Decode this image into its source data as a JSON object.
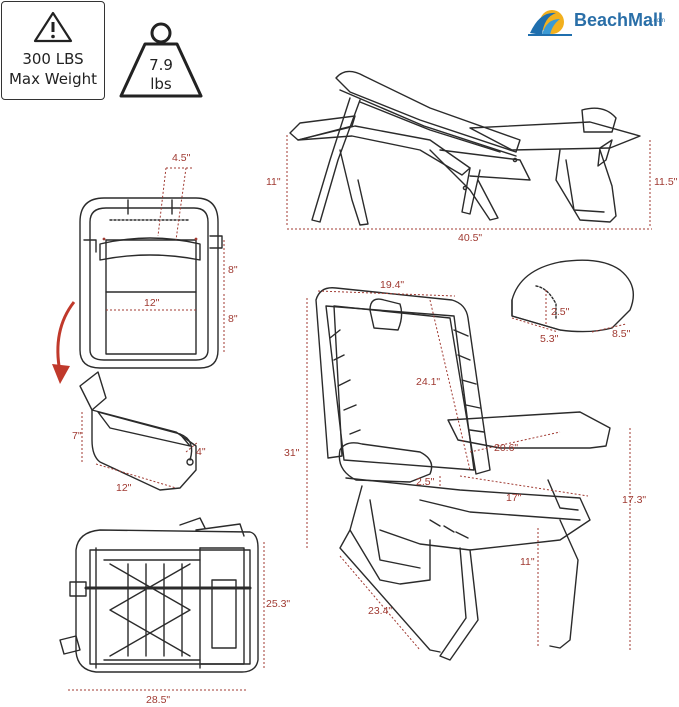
{
  "badges": {
    "weight_capacity": {
      "line1": "300 LBS",
      "line2": "Max Weight"
    },
    "product_weight": {
      "line1": "7.9",
      "line2": "lbs"
    }
  },
  "logo": {
    "text": "BeachMall",
    "suffix": ".com"
  },
  "dimensions": {
    "side_seat_height": "11\"",
    "side_arm_height": "11.5\"",
    "side_length": "40.5\"",
    "pouch_depth": "4.5\"",
    "back_upper": "8\"",
    "back_lower": "8\"",
    "pouch_width": "12\"",
    "cooler_height": "7\"",
    "cooler_depth": "4\"",
    "cooler_width": "12\"",
    "back_width": "19.4\"",
    "back_height": "24.1\"",
    "total_height": "31\"",
    "arm_length": "20.6\"",
    "arm_width": "2.5\"",
    "seat_depth": "17\"",
    "arm_height": "17.3\"",
    "seat_height": "11\"",
    "chair_depth": "23.4\"",
    "pillow_height": "2.5\"",
    "pillow_depth": "5.3\"",
    "pillow_width": "8.5\"",
    "folded_height": "25.3\"",
    "folded_width": "28.5\""
  },
  "colors": {
    "dimension": "#a03a32",
    "line": "#2b2b2b",
    "logo": "#2a6fa8"
  }
}
